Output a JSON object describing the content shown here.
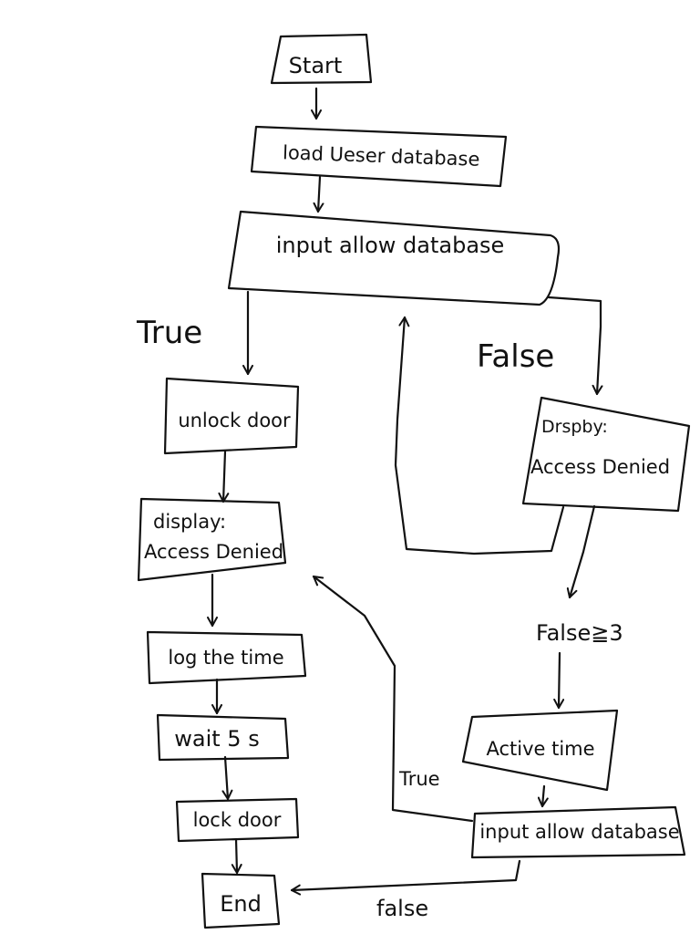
{
  "nodes": {
    "start": "Start",
    "load_user_db": "load Ueser database",
    "input_allow_db_1": "input allow database",
    "unlock_door": "unlock door",
    "display_left_line1": "display:",
    "display_left_line2": "Access Denied",
    "display_right_line1": "Drspby:",
    "display_right_line2": "Access Denied",
    "log_time": "log the time",
    "wait_5s": "wait 5 s",
    "lock_door": "lock door",
    "end": "End",
    "active_time": "Active time",
    "input_allow_db_2": "input allow database",
    "false_count": "False≧3"
  },
  "edge_labels": {
    "true_main": "True",
    "false_main": "False",
    "true_lower": "True",
    "false_lower": "false"
  }
}
